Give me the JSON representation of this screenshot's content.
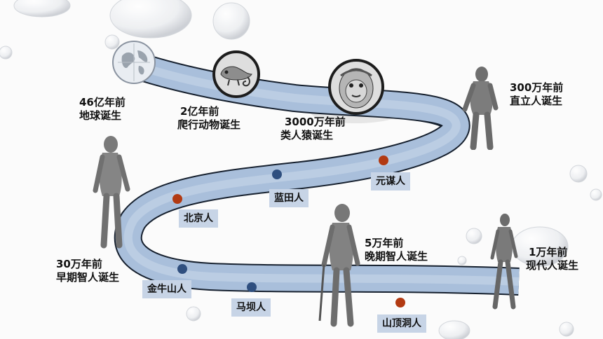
{
  "milestones": [
    {
      "time": "46亿年前",
      "event": "地球诞生",
      "icon": "globe-icon"
    },
    {
      "time": "2亿年前",
      "event": "爬行动物诞生",
      "icon": "chameleon-icon"
    },
    {
      "time": "3000万年前",
      "event": "类人猿诞生",
      "icon": "ape-face-icon"
    },
    {
      "time": "300万年前",
      "event": "直立人诞生",
      "icon": "ape-figure-icon"
    },
    {
      "time": "30万年前",
      "event": "早期智人诞生",
      "icon": "early-human-figure-icon"
    },
    {
      "time": "5万年前",
      "event": "晚期智人诞生",
      "icon": "late-human-figure-icon"
    },
    {
      "time": "1万年前",
      "event": "现代人诞生",
      "icon": "modern-human-figure-icon"
    }
  ],
  "sites": [
    {
      "name": "元谋人",
      "color": "#b23a12"
    },
    {
      "name": "蓝田人",
      "color": "#2f4f7f"
    },
    {
      "name": "北京人",
      "color": "#b23a12"
    },
    {
      "name": "金牛山人",
      "color": "#2f4f7f"
    },
    {
      "name": "马坝人",
      "color": "#2f4f7f"
    },
    {
      "name": "山顶洞人",
      "color": "#b23a12"
    }
  ],
  "colors": {
    "path_fill": "#a9bfdb",
    "path_edge": "#16202e",
    "tag_bg": "#c7d4e6"
  }
}
